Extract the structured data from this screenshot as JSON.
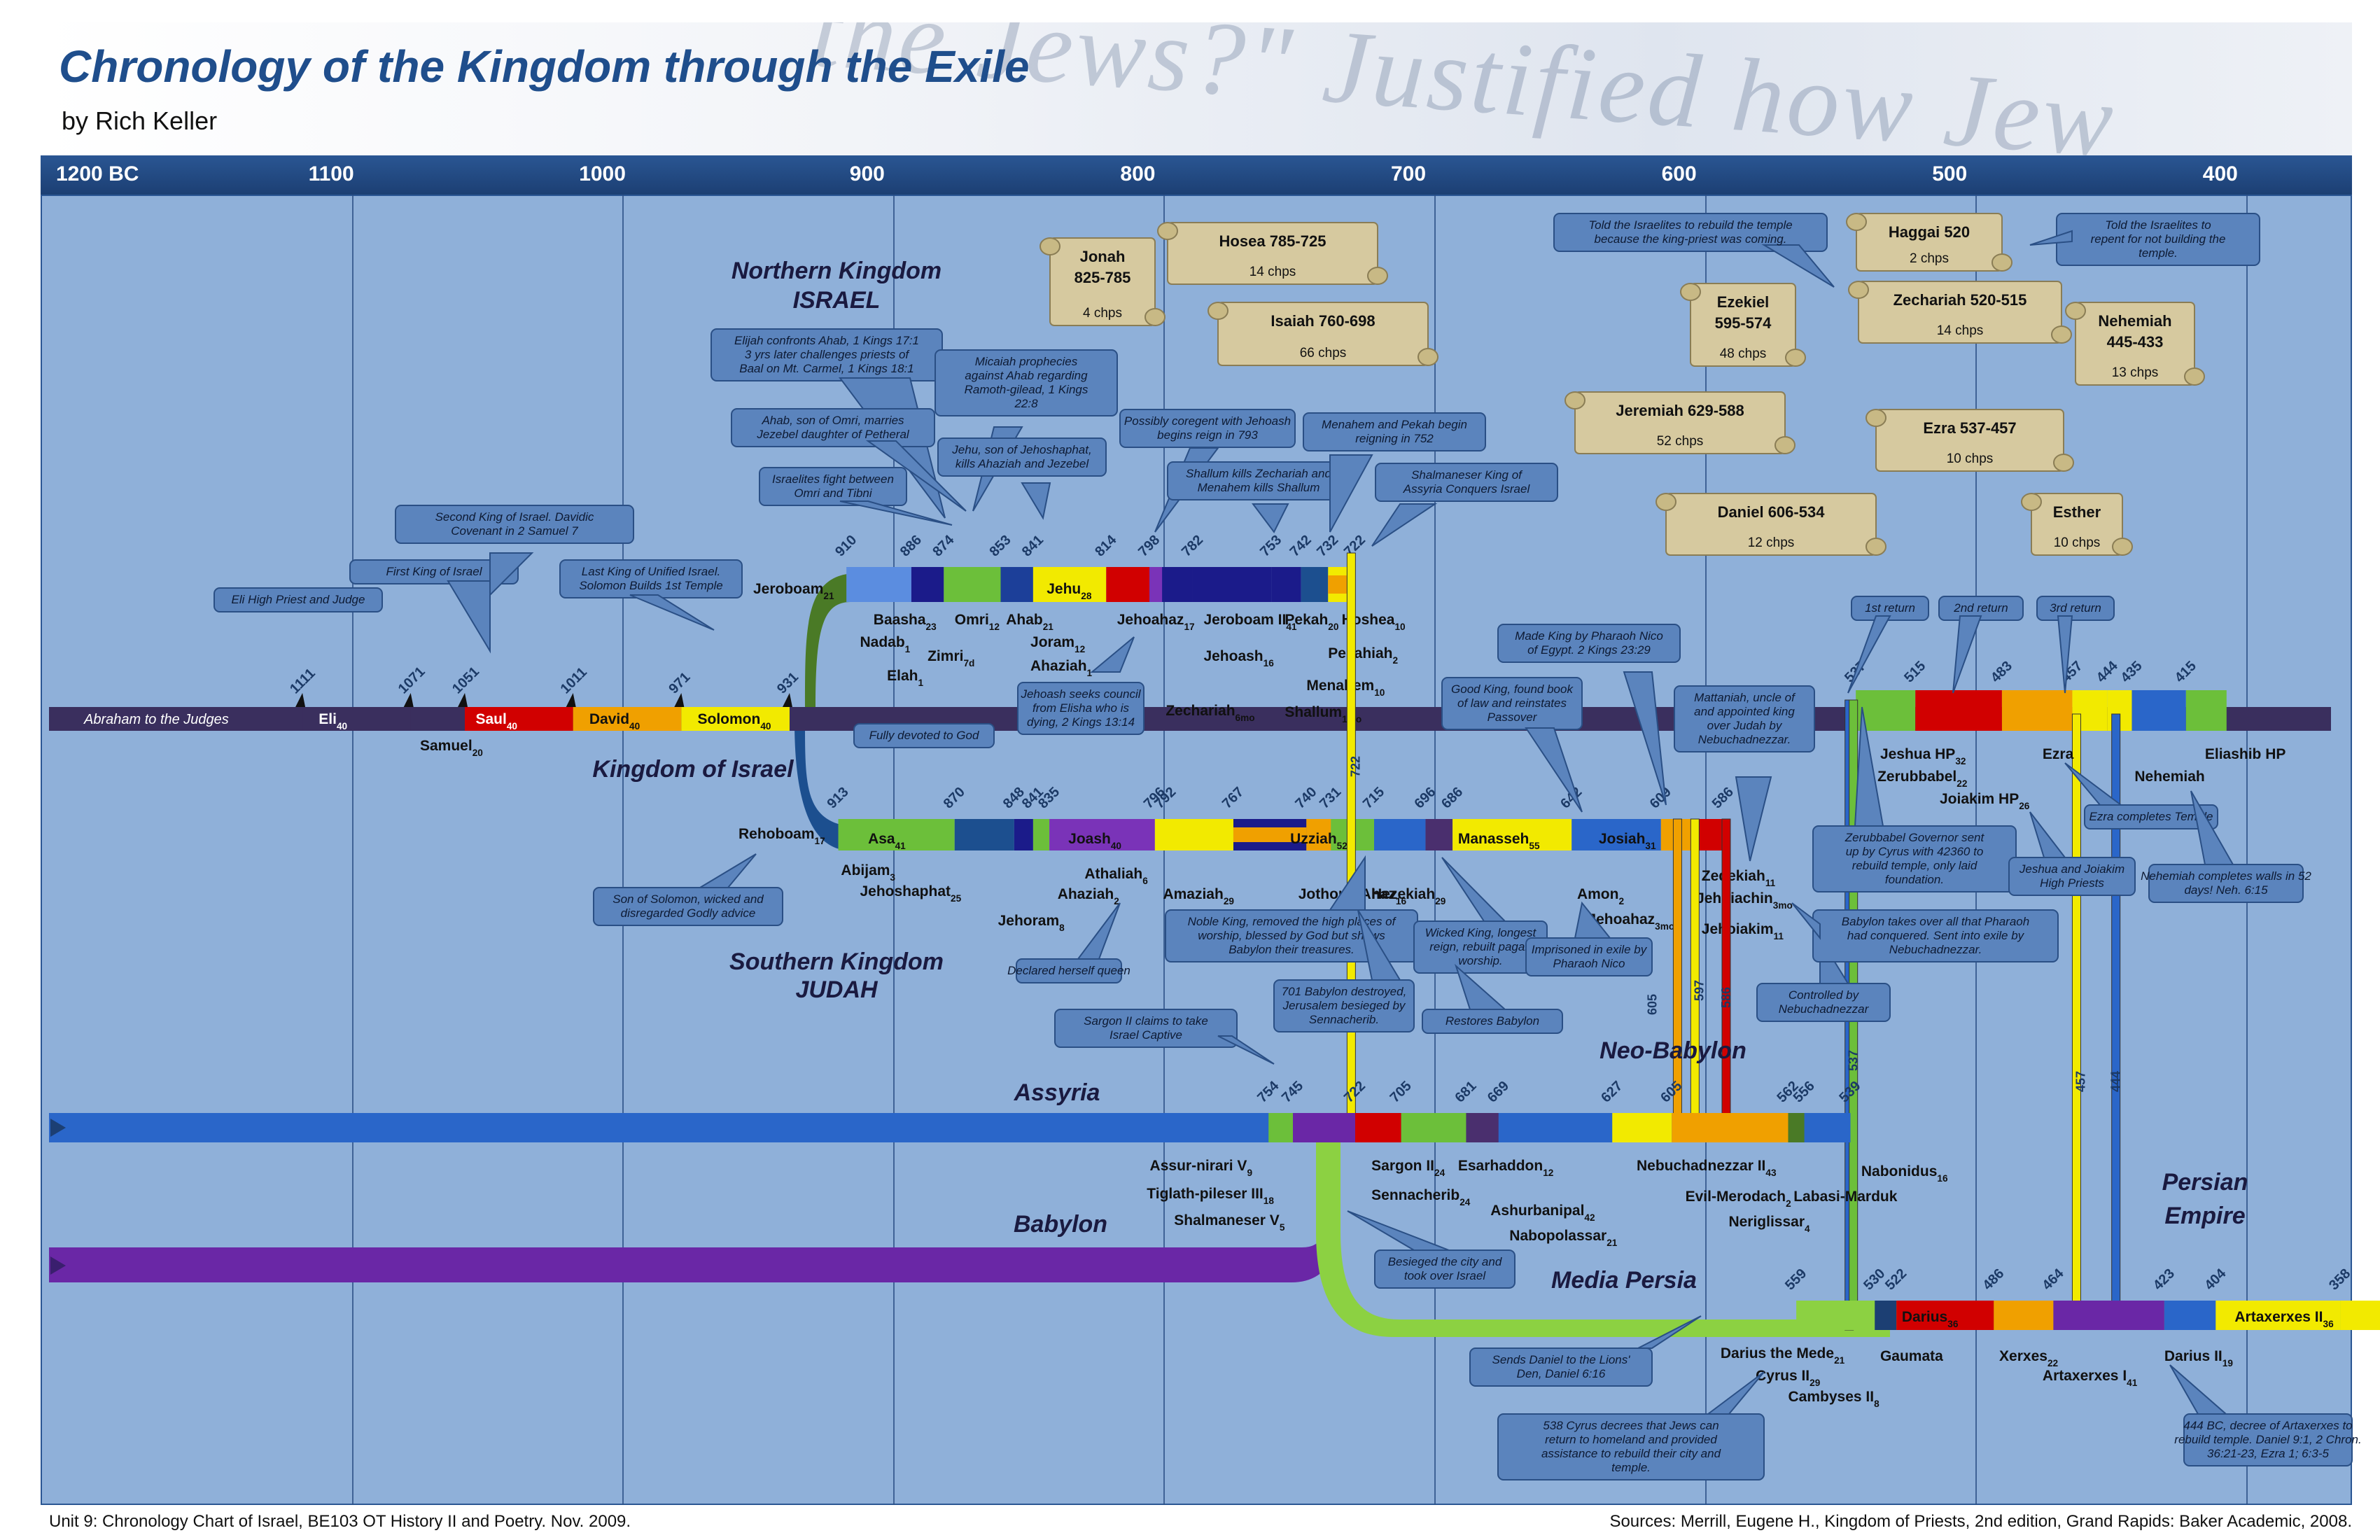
{
  "header": {
    "title": "Chronology of the Kingdom through the Exile",
    "author": "by Rich Keller",
    "background_text": "the Jews?\" Justified how Jew"
  },
  "axis": {
    "ticks": [
      "1200 BC",
      "1100",
      "1000",
      "900",
      "800",
      "700",
      "600",
      "500",
      "400"
    ]
  },
  "section_labels": {
    "northern": "Northern Kingdom",
    "israel": "ISRAEL",
    "kingdom_of_israel": "Kingdom of Israel",
    "southern": "Southern Kingdom",
    "judah": "JUDAH",
    "assyria": "Assyria",
    "babylon": "Babylon",
    "neo_babylon": "Neo-Babylon",
    "media_persia": "Media Persia",
    "persian_empire_1": "Persian",
    "persian_empire_2": "Empire"
  },
  "united": {
    "segments": [
      {
        "label": "Abraham to the Judges",
        "color": "#3a2f5e"
      },
      {
        "label": "Eli",
        "sub": "40",
        "color": "#3a2f5e"
      },
      {
        "label": "Saul",
        "sub": "40",
        "color": "#d10000"
      },
      {
        "label": "David",
        "sub": "40",
        "color": "#f0a000"
      },
      {
        "label": "Solomon",
        "sub": "40",
        "color": "#f2ea00"
      }
    ],
    "years": [
      "1111",
      "1071",
      "1051",
      "1011",
      "971",
      "931"
    ],
    "below": [
      {
        "name": "Samuel",
        "sub": "20"
      }
    ]
  },
  "israel_years": [
    "910",
    "886",
    "874",
    "853",
    "841",
    "814",
    "798",
    "782",
    "753",
    "742",
    "732",
    "722"
  ],
  "israel_kings_above": [
    {
      "name": "Jeroboam",
      "sub": "21"
    },
    {
      "name": "Jehu",
      "sub": "28"
    }
  ],
  "israel_kings_below": [
    {
      "name": "Baasha",
      "sub": "23"
    },
    {
      "name": "Omri",
      "sub": "12"
    },
    {
      "name": "Ahab",
      "sub": "21"
    },
    {
      "name": "Nadab",
      "sub": "1"
    },
    {
      "name": "Zimri",
      "sub": "7d"
    },
    {
      "name": "Joram",
      "sub": "12"
    },
    {
      "name": "Elah",
      "sub": "1"
    },
    {
      "name": "Ahaziah",
      "sub": "1"
    },
    {
      "name": "Jehoahaz",
      "sub": "17"
    },
    {
      "name": "Jeroboam II",
      "sub": "41"
    },
    {
      "name": "Jehoash",
      "sub": "16"
    },
    {
      "name": "Zechariah",
      "sub": "6mo"
    },
    {
      "name": "Pekah",
      "sub": "20"
    },
    {
      "name": "Hoshea",
      "sub": "10"
    },
    {
      "name": "Pekahiah",
      "sub": "2"
    },
    {
      "name": "Menahem",
      "sub": "10"
    },
    {
      "name": "Shallum",
      "sub": "1mo"
    }
  ],
  "judah_years": [
    "913",
    "870",
    "848",
    "841",
    "835",
    "796",
    "792",
    "767",
    "740",
    "731",
    "715",
    "696",
    "686",
    "642",
    "609",
    "586"
  ],
  "judah_kings": [
    {
      "name": "Rehoboam",
      "sub": "17"
    },
    {
      "name": "Asa",
      "sub": "41"
    },
    {
      "name": "Joash",
      "sub": "40"
    },
    {
      "name": "Uzziah",
      "sub": "52"
    },
    {
      "name": "Manasseh",
      "sub": "55"
    },
    {
      "name": "Josiah",
      "sub": "31"
    },
    {
      "name": "Abijam",
      "sub": "3"
    },
    {
      "name": "Jehoshaphat",
      "sub": "25"
    },
    {
      "name": "Athaliah",
      "sub": "6"
    },
    {
      "name": "Ahaziah",
      "sub": "2"
    },
    {
      "name": "Jehoram",
      "sub": "8"
    },
    {
      "name": "Amaziah",
      "sub": "29"
    },
    {
      "name": "Jothom",
      "sub": "16"
    },
    {
      "name": "Ahaz",
      "sub": "16"
    },
    {
      "name": "Hezekiah",
      "sub": "29"
    },
    {
      "name": "Amon",
      "sub": "2"
    },
    {
      "name": "Jehoahaz",
      "sub": "3mo"
    },
    {
      "name": "Zedekiah",
      "sub": "11"
    },
    {
      "name": "Jehoiachin",
      "sub": "3mo"
    },
    {
      "name": "Jehoiakim",
      "sub": "11"
    }
  ],
  "assyria_years": [
    "754",
    "745",
    "722",
    "705",
    "681",
    "669",
    "627",
    "605",
    "562",
    "556",
    "539"
  ],
  "assyria_kings": [
    {
      "name": "Assur-nirari V",
      "sub": "9"
    },
    {
      "name": "Tiglath-pileser III",
      "sub": "18"
    },
    {
      "name": "Shalmaneser V",
      "sub": "5"
    },
    {
      "name": "Sargon II",
      "sub": "24"
    },
    {
      "name": "Sennacherib",
      "sub": "24"
    },
    {
      "name": "Esarhaddon",
      "sub": "12"
    },
    {
      "name": "Ashurbanipal",
      "sub": "42"
    },
    {
      "name": "Nabopolassar",
      "sub": "21"
    },
    {
      "name": "Nebuchadnezzar II",
      "sub": "43"
    },
    {
      "name": "Evil-Merodach",
      "sub": "2"
    },
    {
      "name": "Neriglissar",
      "sub": "4"
    },
    {
      "name": "Labasi-Marduk",
      "sub": ""
    },
    {
      "name": "Nabonidus",
      "sub": "16"
    }
  ],
  "persia_years": [
    "559",
    "530",
    "522",
    "486",
    "464",
    "423",
    "404",
    "358"
  ],
  "persia_kings": [
    {
      "name": "Darius",
      "sub": "36"
    },
    {
      "name": "Artaxerxes II",
      "sub": "36"
    },
    {
      "name": "Darius the Mede",
      "sub": "21"
    },
    {
      "name": "Cyrus II",
      "sub": "29"
    },
    {
      "name": "Cambyses II",
      "sub": "8"
    },
    {
      "name": "Gaumata",
      "sub": ""
    },
    {
      "name": "Xerxes",
      "sub": "22"
    },
    {
      "name": "Artaxerxes I",
      "sub": "41"
    },
    {
      "name": "Darius II",
      "sub": "19"
    }
  ],
  "return_years": [
    "537",
    "515",
    "483",
    "457",
    "444",
    "435",
    "415"
  ],
  "return_people": [
    {
      "name": "Jeshua HP",
      "sub": "32"
    },
    {
      "name": "Zerubbabel",
      "sub": "22"
    },
    {
      "name": "Joiakim HP",
      "sub": "26"
    },
    {
      "name": "Ezra",
      "sub": ""
    },
    {
      "name": "Nehemiah",
      "sub": ""
    },
    {
      "name": "Eliashib HP",
      "sub": ""
    }
  ],
  "vertical_years": [
    "722",
    "605",
    "597",
    "586",
    "537",
    "457",
    "444"
  ],
  "scrolls": [
    {
      "title": "Jonah 825-785",
      "sub": "4 chps"
    },
    {
      "title": "Hosea 785-725",
      "sub": "14 chps"
    },
    {
      "title": "Isaiah 760-698",
      "sub": "66 chps"
    },
    {
      "title": "Ezekiel 595-574",
      "sub": "48 chps"
    },
    {
      "title": "Jeremiah 629-588",
      "sub": "52 chps"
    },
    {
      "title": "Daniel 606-534",
      "sub": "12 chps"
    },
    {
      "title": "Haggai 520",
      "sub": "2 chps"
    },
    {
      "title": "Zechariah 520-515",
      "sub": "14 chps"
    },
    {
      "title": "Nehemiah 445-433",
      "sub": "13 chps"
    },
    {
      "title": "Ezra 537-457",
      "sub": "10 chps"
    },
    {
      "title": "Esther",
      "sub": "10 chps"
    }
  ],
  "callouts": [
    "Eli High Priest and Judge",
    "First King of Israel",
    "Second King of Israel. Davidic Covenant in 2 Samuel 7",
    "Last King of Unified Israel. Solomon Builds 1st Temple",
    "Elijah confronts Ahab, 1 Kings 17:1 3 yrs later challenges priests of Baal on Mt. Carmel, 1 Kings 18:1",
    "Ahab, son of Omri, marries Jezebel daughter of Petheral",
    "Israelites fight between Omri and Tibni",
    "Micaiah prophecies against Ahab regarding Ramoth-gilead, 1 Kings 22:8",
    "Jehu, son of Jehoshaphat, kills Ahaziah and Jezebel",
    "Possibly coregent with Jehoash begins reign in 793",
    "Shallum kills Zechariah and Menahem kills Shallum",
    "Menahem and Pekah begin reigning in 752",
    "Shalmaneser King of Assyria Conquers Israel",
    "Jehoash seeks council from Elisha who is dying, 2 Kings 13:14",
    "Fully devoted to God",
    "Son of Solomon, wicked and disregarded Godly advice",
    "Declared herself queen",
    "Noble King, removed the high places of worship, blessed by God but shows Babylon their treasures.",
    "Wicked King, longest reign, rebuilt pagan worship.",
    "Imprisoned in exile by Pharaoh Nico",
    "Good King, found book of law and reinstates Passover",
    "Made King by Pharaoh Nico of Egypt. 2 Kings 23:29",
    "Mattaniah, uncle of and appointed king over Judah by Nebuchadnezzar.",
    "Controlled by Nebuchadnezzar",
    "Sargon II claims to take Israel Captive",
    "701 Babylon destroyed, Jerusalem besieged by Sennacherib.",
    "Restores Babylon",
    "Besieged the city and took over Israel",
    "Sends Daniel to the Lions' Den, Daniel 6:16",
    "538 Cyrus decrees that Jews can return to homeland and provided assistance to rebuild their city and temple.",
    "Told the Israelites to rebuild the temple because the king-priest was coming.",
    "Told the Israelites to repent for not building the temple.",
    "1st return",
    "2nd return",
    "3rd return",
    "Zerubbabel Governor sent up by Cyrus with 42360 to rebuild temple, only laid foundation.",
    "Babylon takes over all that Pharaoh had conquered. Sent into exile by Nebuchadnezzar.",
    "Jeshua and Joiakim High Priests",
    "Ezra completes Temple",
    "Nehemiah completes walls in 52 days! Neh. 6:15",
    "444 BC, decree of Artaxerxes to rebuild temple. Daniel 9:1, 2 Chron. 36:21-23, Ezra 1; 6:3-5"
  ],
  "footer": {
    "left": "Unit 9: Chronology Chart of Israel, BE103 OT History II and Poetry. Nov. 2009.",
    "right": "Sources: Merrill, Eugene H., Kingdom of Priests, 2nd edition, Grand Rapids: Baker Academic, 2008."
  },
  "colors": {
    "background": "#8fb0d9",
    "axis_bar": "#1f4a85",
    "title": "#1f4e8c",
    "callout": "#5b84bd",
    "scroll": "#d6c99f"
  }
}
